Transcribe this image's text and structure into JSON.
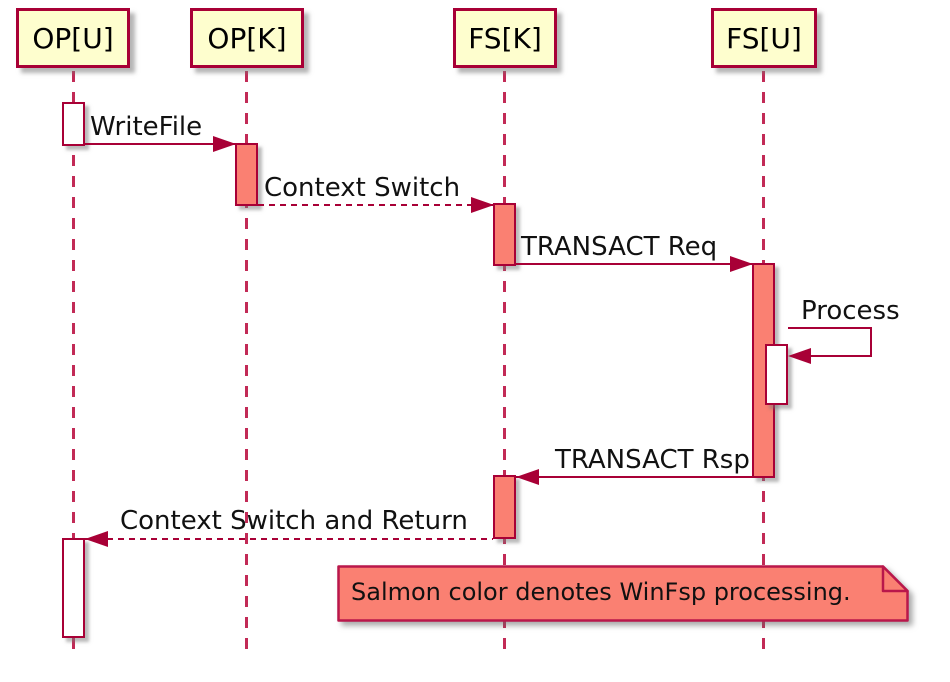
{
  "diagram_type": "uml-sequence",
  "colors": {
    "border_and_arrows": "#A80036",
    "lifeline": "#C22A56",
    "participant_fill": "#FEFECE",
    "activation_highlight": "#FA8072",
    "activation_plain": "#FFFFFF",
    "background": "#FFFFFF",
    "text": "#111111"
  },
  "participants": [
    {
      "label": "OP[U]"
    },
    {
      "label": "OP[K]"
    },
    {
      "label": "FS[K]"
    },
    {
      "label": "FS[U]"
    }
  ],
  "messages": [
    {
      "label": "WriteFile",
      "from": "OP[U]",
      "to": "OP[K]",
      "style": "solid",
      "direction": "right"
    },
    {
      "label": "Context Switch",
      "from": "OP[K]",
      "to": "FS[K]",
      "style": "dashed",
      "direction": "right"
    },
    {
      "label": "TRANSACT Req",
      "from": "FS[K]",
      "to": "FS[U]",
      "style": "solid",
      "direction": "right"
    },
    {
      "label": "Process",
      "from": "FS[U]",
      "to": "FS[U]",
      "style": "solid",
      "direction": "self"
    },
    {
      "label": "TRANSACT Rsp",
      "from": "FS[U]",
      "to": "FS[K]",
      "style": "solid",
      "direction": "left"
    },
    {
      "label": "Context Switch and Return",
      "from": "FS[K]",
      "to": "OP[U]",
      "style": "dashed",
      "direction": "left"
    }
  ],
  "note": {
    "text": "Salmon color denotes WinFsp processing.",
    "fill": "#FA8072"
  }
}
